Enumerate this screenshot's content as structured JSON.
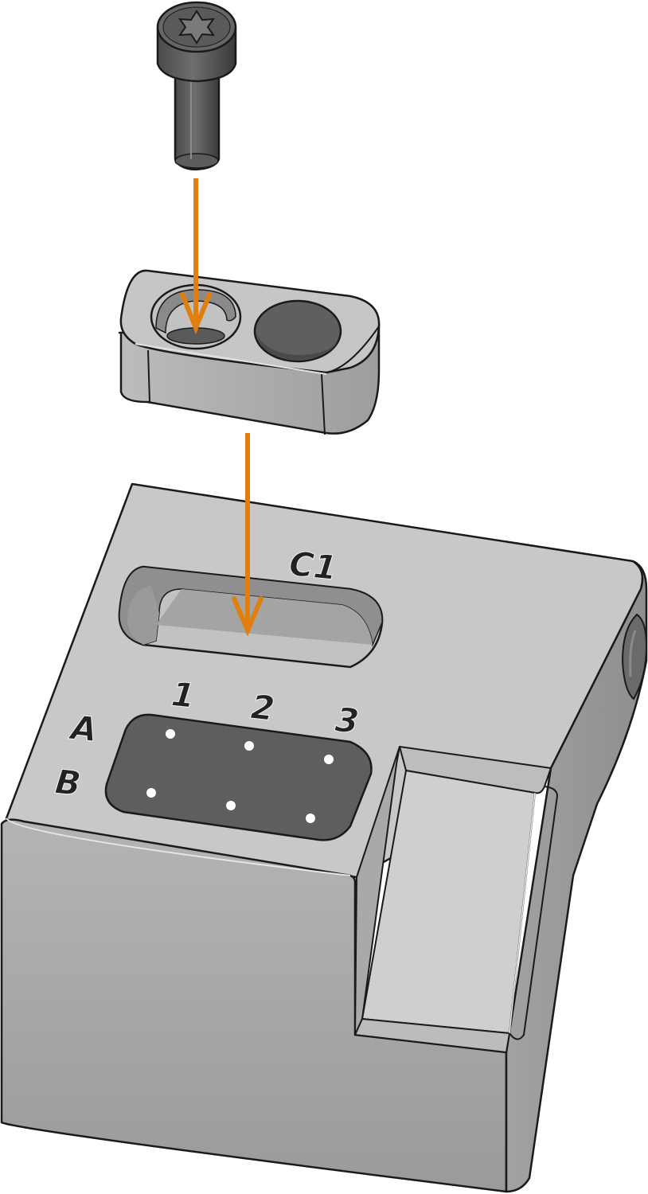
{
  "labels": {
    "slot": "C1",
    "col1": "1",
    "col2": "2",
    "col3": "3",
    "rowA": "A",
    "rowB": "B"
  },
  "colors": {
    "arrow": "#e07f10",
    "metal_light": "#c9c9c9",
    "metal_mid": "#a8a8a8",
    "metal_dark": "#8c8c8c",
    "plate": "#5e5e5e",
    "screw": "#5a5a5a",
    "outline": "#1a1a1a"
  },
  "icons": {
    "screw": "torx-screw-icon",
    "arrow": "arrow-down-icon"
  },
  "matrix": {
    "rows": [
      "A",
      "B"
    ],
    "cols": [
      "1",
      "2",
      "3"
    ],
    "dots": 6
  }
}
